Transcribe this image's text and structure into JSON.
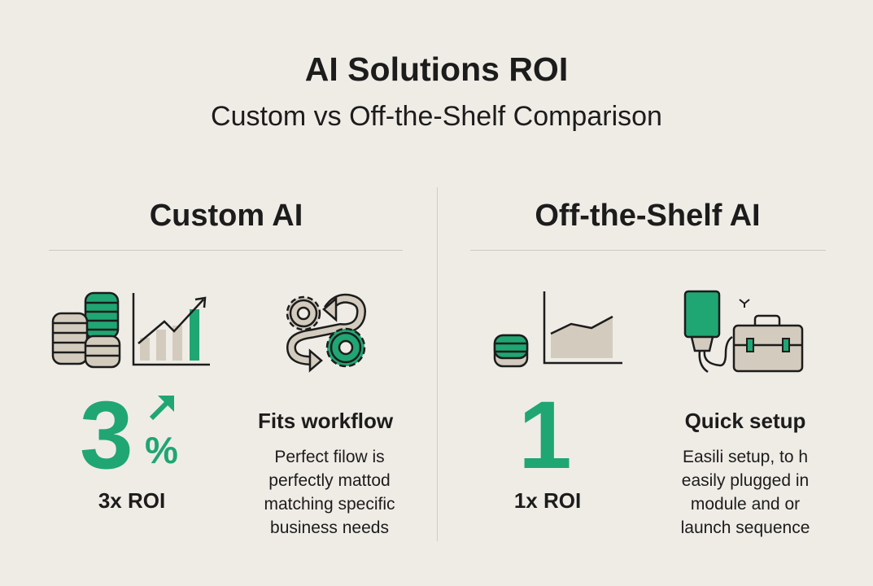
{
  "header": {
    "title": "AI Solutions ROI",
    "subtitle": "Custom vs Off-the-Shelf Comparison"
  },
  "colors": {
    "green": "#1fa673",
    "beige": "#d3ccbe",
    "background": "#efece6",
    "ink": "#1c1c1c"
  },
  "custom": {
    "heading": "Custom AI",
    "icons": [
      "coins-stack-icon",
      "growth-chart-icon",
      "gears-workflow-icon",
      "up-arrow-icon"
    ],
    "big_number": "3",
    "percent": "%",
    "roi_label": "3x ROI",
    "feature_title": "Fits workflow",
    "feature_lines": [
      "Perfect filow is",
      "perfectly mattod",
      "matching specific",
      "business needs"
    ]
  },
  "offshelf": {
    "heading": "Off-the-Shelf AI",
    "icons": [
      "coin-icon",
      "flat-chart-icon",
      "plug-icon",
      "briefcase-icon"
    ],
    "big_number": "1",
    "roi_label": "1x ROI",
    "feature_title": "Quick setup",
    "feature_lines": [
      "Easili setup, to h",
      "easily plugged in",
      "module and or",
      "launch sequence"
    ]
  }
}
